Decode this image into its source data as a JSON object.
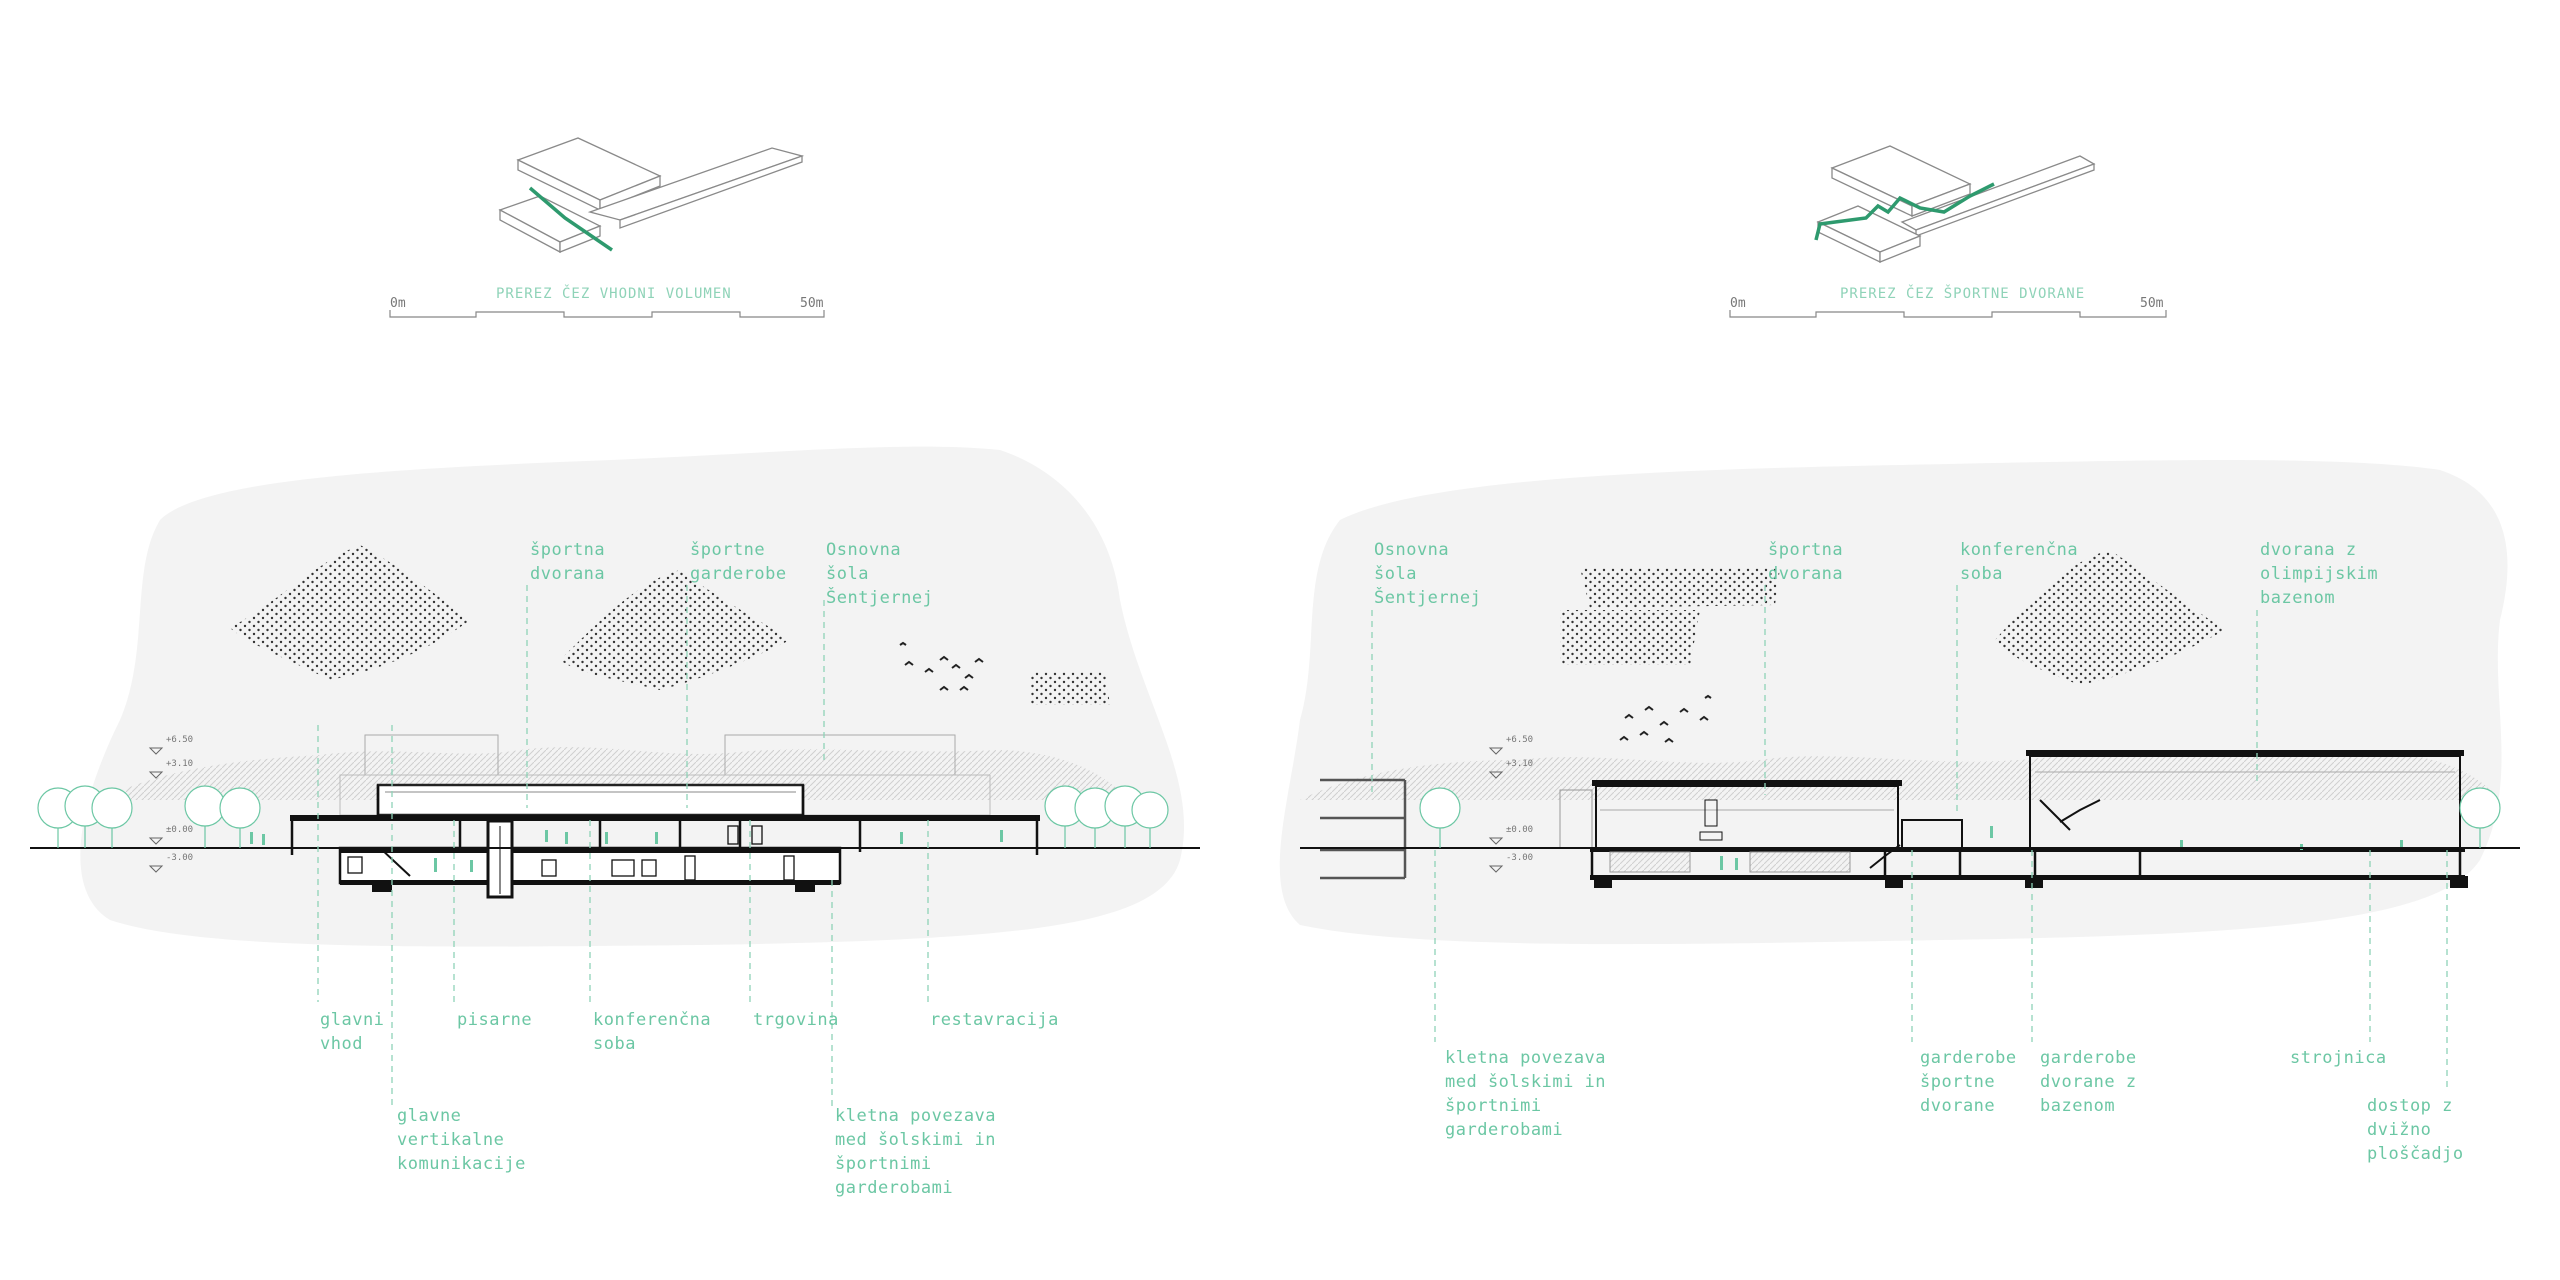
{
  "left_panel": {
    "caption": "PREREZ ČEZ VHODNI VOLUMEN",
    "scale_start": "0m",
    "scale_end": "50m",
    "labels_top": [
      "športna\ndvorana",
      "športne\ngarderobe",
      "Osnovna\nšola\nŠentjernej"
    ],
    "labels_bottom": [
      "glavni\nvhod",
      "pisarne",
      "konferenčna\nsoba",
      "trgovina",
      "restavracija",
      "glavne\nvertikalne\nkomunikacije",
      "kletna povezava\nmed šolskimi in\nšportnimi\ngarderobami"
    ],
    "levels": [
      "+6.50",
      "+3.10",
      "±0.00",
      "-3.00"
    ]
  },
  "right_panel": {
    "caption": "PREREZ ČEZ ŠPORTNE DVORANE",
    "scale_start": "0m",
    "scale_end": "50m",
    "labels_top": [
      "Osnovna\nšola\nŠentjernej",
      "športna\ndvorana",
      "konferenčna\nsoba",
      "dvorana z\nolimpijskim\nbazenom"
    ],
    "labels_bottom": [
      "kletna povezava\nmed šolskimi in\nšportnimi\ngarderobami",
      "garderobe\nšportne\ndvorane",
      "garderobe\ndvorane z\nbazenom",
      "strojnica",
      "dostop z\ndvižno\nploščadjo"
    ],
    "levels": [
      "+6.50",
      "+3.10",
      "±0.00",
      "-3.00"
    ]
  },
  "colors": {
    "accent": "#6cc7a4",
    "key_green": "#2e9a6e",
    "line": "#1a1a1a",
    "fog": "#f1f1f1"
  }
}
